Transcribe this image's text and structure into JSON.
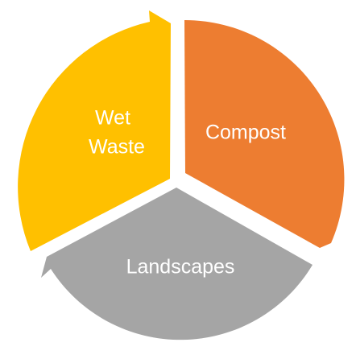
{
  "diagram": {
    "type": "cycle",
    "segments": [
      {
        "id": "wet-waste",
        "lines": [
          "Wet",
          "Waste"
        ],
        "color": "#FFC000"
      },
      {
        "id": "compost",
        "lines": [
          "Compost"
        ],
        "color": "#ED7D31"
      },
      {
        "id": "landscapes",
        "lines": [
          "Landscapes"
        ],
        "color": "#A5A5A5"
      }
    ],
    "label_color": "#FFFFFF"
  }
}
